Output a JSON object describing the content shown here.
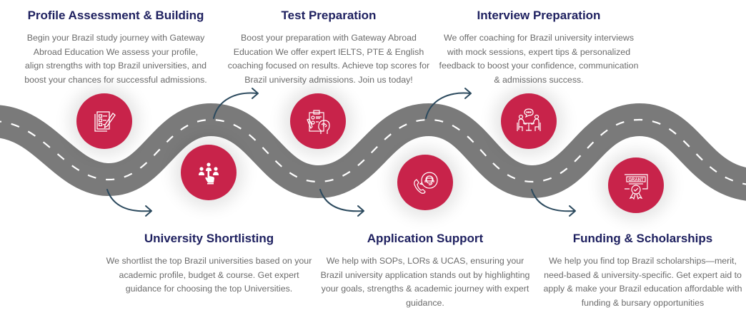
{
  "colors": {
    "title": "#1f2160",
    "body_text": "#6b6b6b",
    "accent": "#c8234a",
    "road": "#7a7a7a",
    "road_marking": "#ffffff",
    "arrow": "#2c4a5e"
  },
  "steps": [
    {
      "title": "Profile Assessment & Building",
      "description": "Begin your Brazil study journey with Gateway Abroad Education We assess your profile, align strengths with top Brazil universities, and boost your chances for successful admissions.",
      "icon": "checklist-pencil-icon"
    },
    {
      "title": "University Shortlisting",
      "description": "We shortlist the top Brazil universities based on your academic profile, budget & course. Get expert guidance for choosing the top Universities.",
      "icon": "people-select-icon"
    },
    {
      "title": "Test Preparation",
      "description": "Boost your preparation with Gateway Abroad Education We offer expert IELTS, PTE & English coaching focused on results. Achieve top scores for Brazil university admissions. Join us today!",
      "icon": "clipboard-brain-icon"
    },
    {
      "title": "Application Support",
      "description": "We help with SOPs, LORs & UCAS, ensuring your Brazil university application stands out by highlighting your goals, strengths & academic journey with expert guidance.",
      "icon": "phone-support-icon"
    },
    {
      "title": "Interview Preparation",
      "description": "We offer coaching for Brazil university interviews with mock sessions, expert tips & personalized feedback to boost your confidence, communication & admissions success.",
      "icon": "interview-table-icon"
    },
    {
      "title": "Funding & Scholarships",
      "description": "We help you find top Brazil scholarships—merit, need-based & university-specific. Get expert aid to apply & make your Brazil education affordable with funding & bursary opportunities",
      "icon": "grant-certificate-icon"
    }
  ],
  "grant_label": "GRANT"
}
